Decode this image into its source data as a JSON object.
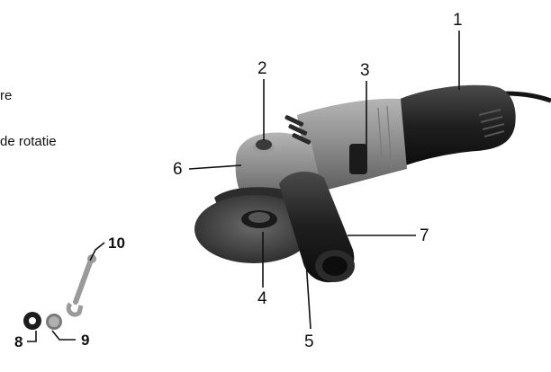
{
  "side_text": {
    "line1": "re",
    "line2": "de rotatie"
  },
  "callouts": {
    "c1": "1",
    "c2": "2",
    "c3": "3",
    "c4": "4",
    "c5": "5",
    "c6": "6",
    "c7": "7",
    "c8": "8",
    "c9": "9",
    "c10": "10"
  },
  "colors": {
    "body_grey": "#8e8e8e",
    "handle_black": "#1f1f1f",
    "disc_dark": "#3a3a3a",
    "button_red": "#c0392b"
  },
  "icons": {
    "tool": "angle-grinder-illustration",
    "wrench": "spanner-icon",
    "flange_inner": "inner-flange-icon",
    "flange_outer": "outer-flange-icon"
  }
}
